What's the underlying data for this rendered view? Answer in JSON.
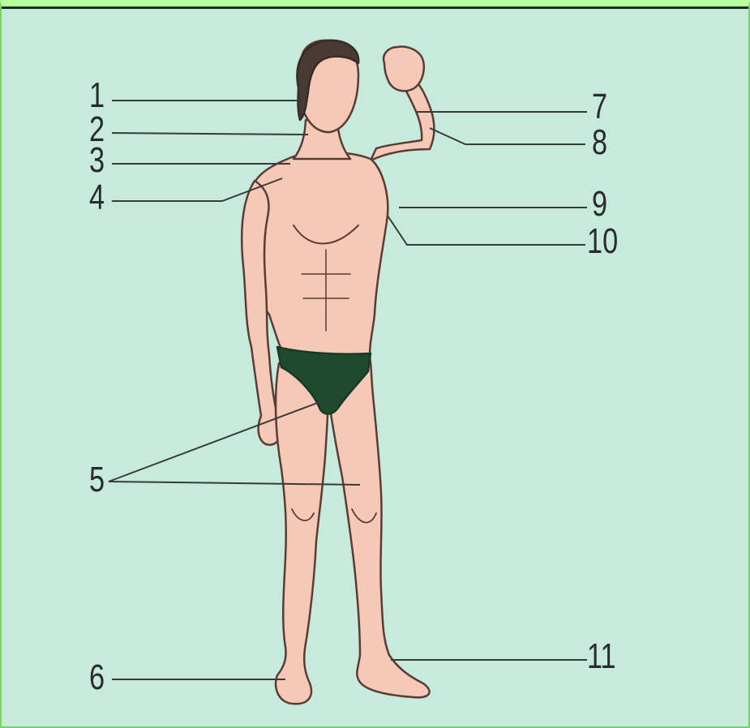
{
  "diagram": {
    "labels_left": [
      {
        "id": "1",
        "text": "1"
      },
      {
        "id": "2",
        "text": "2"
      },
      {
        "id": "3",
        "text": "3"
      },
      {
        "id": "4",
        "text": "4"
      },
      {
        "id": "5",
        "text": "5"
      },
      {
        "id": "6",
        "text": "6"
      }
    ],
    "labels_right": [
      {
        "id": "7",
        "text": "7"
      },
      {
        "id": "8",
        "text": "8"
      },
      {
        "id": "9",
        "text": "9"
      },
      {
        "id": "10",
        "text": "10"
      },
      {
        "id": "11",
        "text": "11"
      }
    ],
    "colors": {
      "background": "#c6ebdc",
      "skin": "#f6c8b6",
      "skin_outline": "#5a3c36",
      "hair": "#4a3a34",
      "briefs": "#1f4a30",
      "leader_line": "#3a3a3a",
      "frame_border": "#b7ff9b"
    }
  }
}
